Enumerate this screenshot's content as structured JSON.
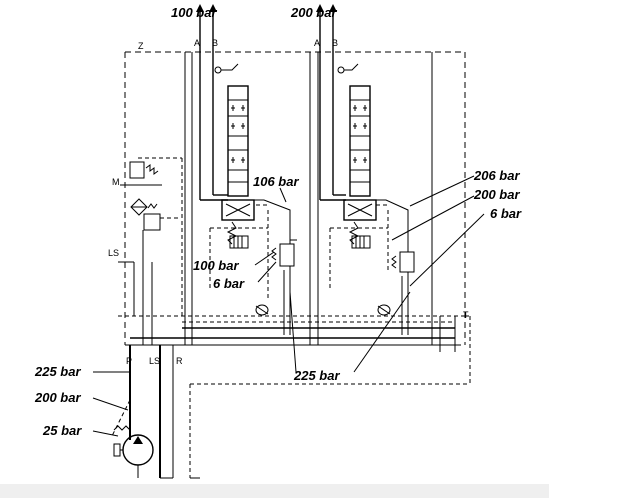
{
  "pressures": {
    "section_a_top": "100 bar",
    "section_b_top": "200 bar",
    "lp_106": "106 bar",
    "r_206": "206 bar",
    "r_200": "200 bar",
    "r_6": "6 bar",
    "l_100": "100 bar",
    "l_6": "6 bar",
    "main_225": "225 bar",
    "pump_225": "225 bar",
    "pump_200": "200 bar",
    "pump_25": "25 bar"
  },
  "ports": {
    "z": "Z",
    "m": "M",
    "ls_left": "LS",
    "t": "T",
    "p": "P",
    "ls_bottom": "LS",
    "r": "R",
    "a1": "A",
    "b1": "B",
    "a2": "A",
    "b2": "B"
  }
}
